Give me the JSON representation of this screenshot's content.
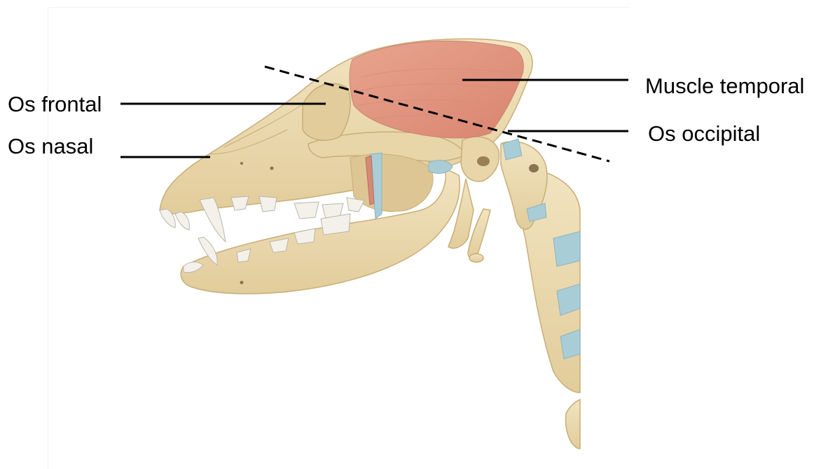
{
  "labels": {
    "os_frontal": "Os frontal",
    "os_nasal": "Os nasal",
    "muscle_temporal": "Muscle temporal",
    "os_occipital": "Os occipital"
  },
  "colors": {
    "bone": "#ecdcb4",
    "bone_shadow": "#d6c08e",
    "bone_outline": "#c7ae78",
    "muscle": "#e39a86",
    "cartilage": "#a9cdd6",
    "teeth": "#f3f1ea",
    "leader_line": "#000000"
  }
}
